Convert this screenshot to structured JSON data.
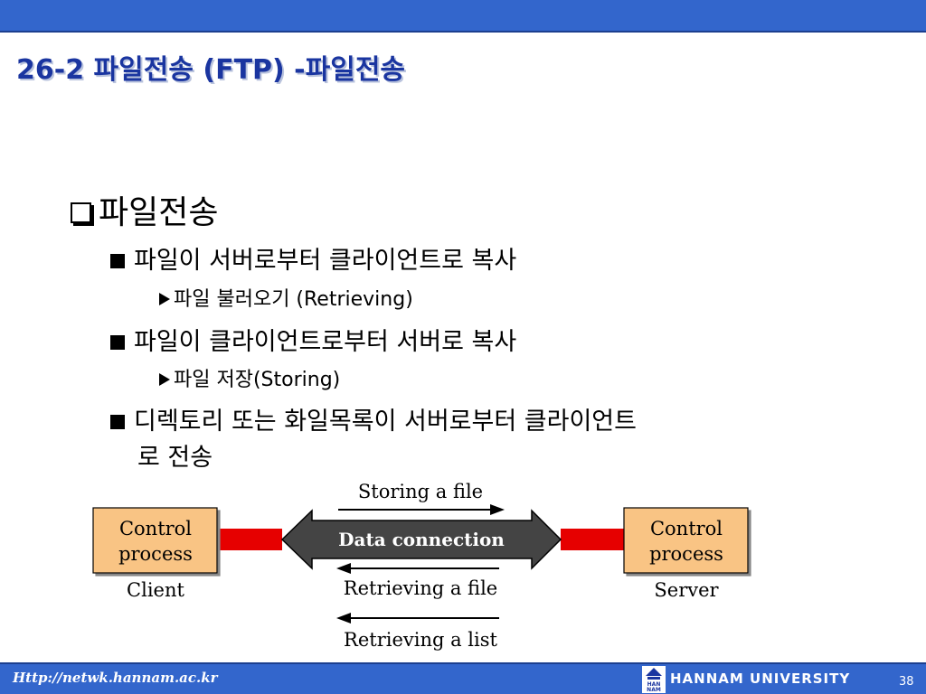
{
  "header": {
    "title": "26-2 파일전송 (FTP) -파일전송"
  },
  "content": {
    "main_bullet": "파일전송",
    "items": [
      {
        "text": "파일이 서버로부터 클라이언트로 복사",
        "sub": "파일 불러오기 (Retrieving)"
      },
      {
        "text": "파일이 클라이언트로부터 서버로 복사",
        "sub": "파일 저장(Storing)"
      },
      {
        "text": "디렉토리 또는 화일목록이 서버로부터 클라이언트",
        "text_cont": "로 전송"
      }
    ]
  },
  "diagram": {
    "client_box": [
      "Control",
      "process"
    ],
    "client_label": "Client",
    "server_box": [
      "Control",
      "process"
    ],
    "server_label": "Server",
    "connection_label": "Data connection",
    "arrow_storing": "Storing a file",
    "arrow_retrieving_file": "Retrieving a file",
    "arrow_retrieving_list": "Retrieving a list",
    "colors": {
      "box_fill": "#f9c484",
      "link_red": "#e60000",
      "pipe_fill": "#444444",
      "pipe_text": "#ffffff"
    }
  },
  "footer": {
    "url": "Http://netwk.hannam.ac.kr",
    "university": "HANNAM UNIVERSITY",
    "logo_icon": "hannam-logo-icon",
    "page_number": "38"
  },
  "theme": {
    "bar_color": "#3366cc",
    "title_color": "#1a35a0"
  }
}
